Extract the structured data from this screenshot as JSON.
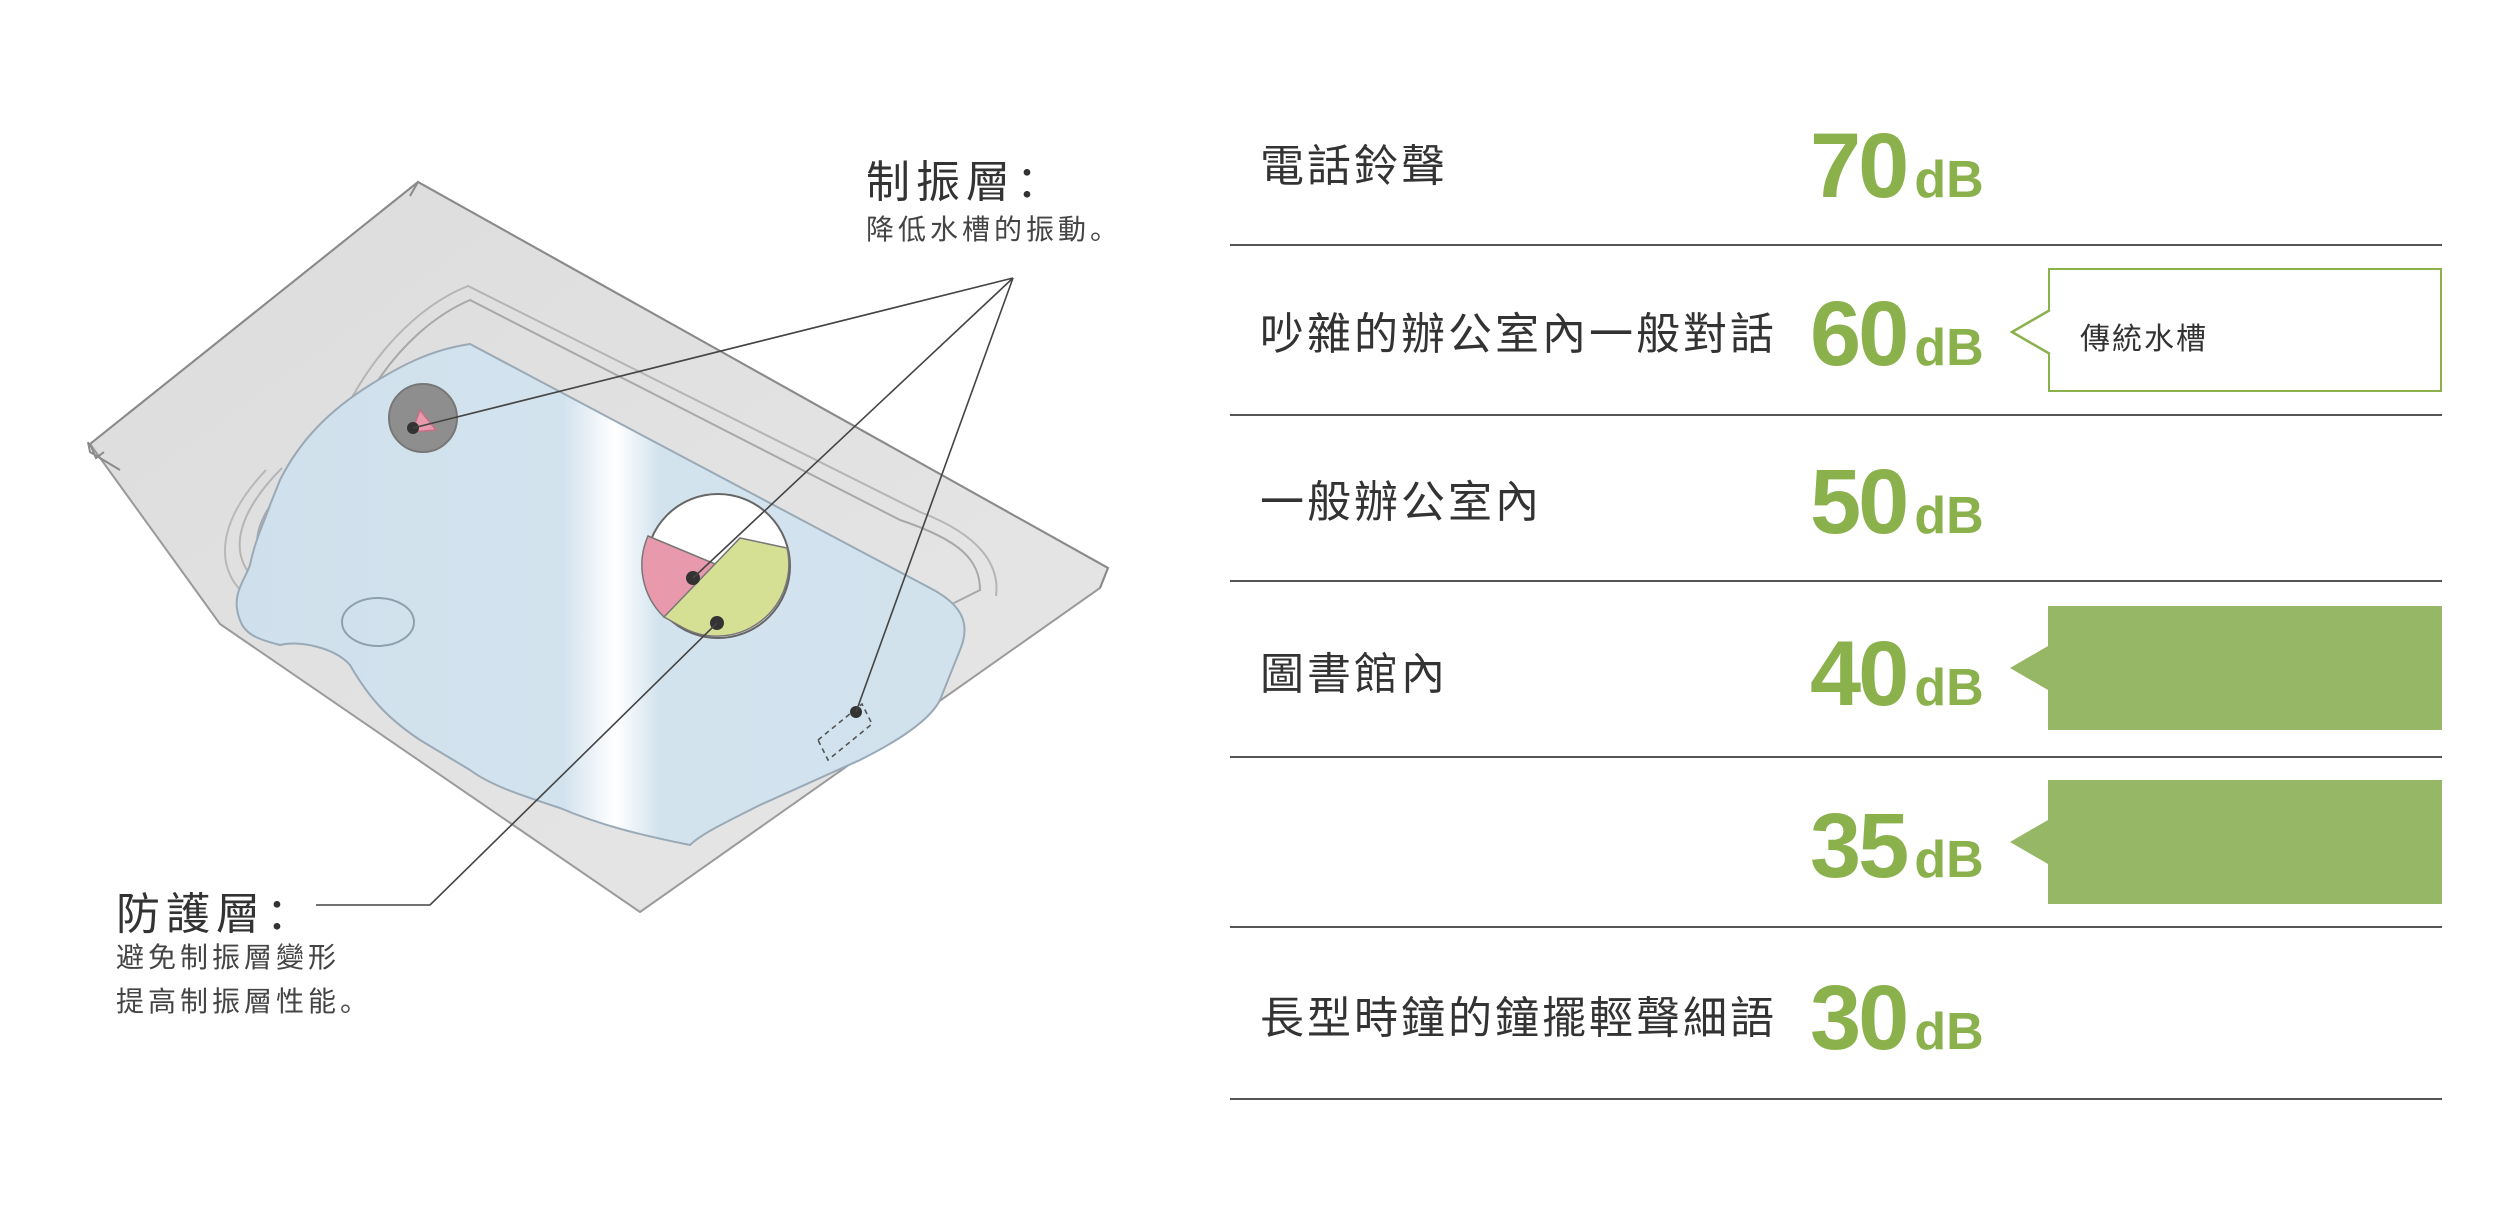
{
  "diagram": {
    "damping_layer": {
      "title": "制振層：",
      "desc": "降低水槽的振動。"
    },
    "protective_layer": {
      "title": "防護層：",
      "desc_line1": "避免制振層變形",
      "desc_line2": "提高制振層性能。"
    }
  },
  "noise_table": {
    "unit": "dB",
    "rows": [
      {
        "label": "電話鈴聲",
        "value": "70"
      },
      {
        "label": "吵雜的辦公室內一般對話",
        "value": "60"
      },
      {
        "label": "一般辦公室內",
        "value": "50"
      },
      {
        "label": "圖書館內",
        "value": "40"
      },
      {
        "label": "",
        "value": "35"
      },
      {
        "label": "長型時鐘的鐘擺輕聲細語",
        "value": "30"
      }
    ],
    "traditional_sink_label": "傳統水槽"
  },
  "colors": {
    "accent_green": "#8bb14c",
    "bubble_fill": "#95b766",
    "sink_blue": "#d5e3ee",
    "damping_pink": "#e899ab",
    "protective_green": "#d6e095"
  }
}
